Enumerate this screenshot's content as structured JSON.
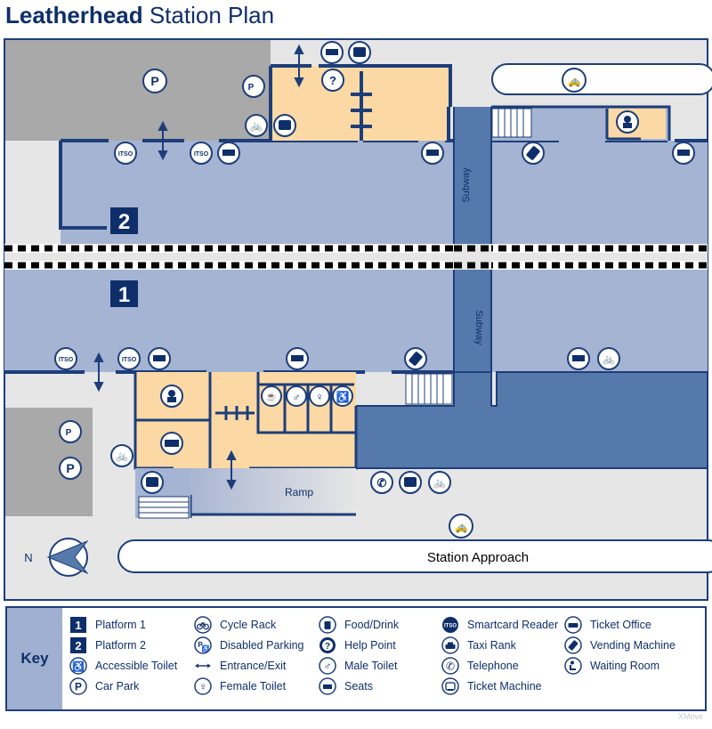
{
  "title": {
    "bold": "Leatherhead",
    "rest": "Station Plan"
  },
  "map": {
    "platform_2": "2",
    "platform_1": "1",
    "subway_north": "Subway",
    "subway_south": "Subway",
    "ramp": "Ramp",
    "station_approach": "Station Approach",
    "north": "N",
    "itso": "ITSO",
    "parking": "P"
  },
  "key": {
    "heading": "Key",
    "items": [
      {
        "label": "Platform 1",
        "icon": "platform-1-icon",
        "glyph": "1"
      },
      {
        "label": "Platform 2",
        "icon": "platform-2-icon",
        "glyph": "2"
      },
      {
        "label": "Accessible Toilet",
        "icon": "accessible-toilet-icon",
        "glyph": "♿"
      },
      {
        "label": "Car Park",
        "icon": "car-park-icon",
        "glyph": "P"
      },
      {
        "label": "Cycle Rack",
        "icon": "cycle-rack-icon",
        "glyph": "🚲"
      },
      {
        "label": "Disabled Parking",
        "icon": "disabled-parking-icon",
        "glyph": "P"
      },
      {
        "label": "Entrance/Exit",
        "icon": "entrance-exit-icon",
        "glyph": "↔"
      },
      {
        "label": "Female Toilet",
        "icon": "female-toilet-icon",
        "glyph": "♀"
      },
      {
        "label": "Food/Drink",
        "icon": "food-drink-icon",
        "glyph": "☕"
      },
      {
        "label": "Help Point",
        "icon": "help-point-icon",
        "glyph": "?"
      },
      {
        "label": "Male Toilet",
        "icon": "male-toilet-icon",
        "glyph": "♂"
      },
      {
        "label": "Seats",
        "icon": "seats-icon",
        "glyph": "▭"
      },
      {
        "label": "Smartcard Reader",
        "icon": "smartcard-reader-icon",
        "glyph": "ITSO"
      },
      {
        "label": "Taxi Rank",
        "icon": "taxi-rank-icon",
        "glyph": "🚕"
      },
      {
        "label": "Telephone",
        "icon": "telephone-icon",
        "glyph": "✆"
      },
      {
        "label": "Ticket Machine",
        "icon": "ticket-machine-icon",
        "glyph": "▤"
      },
      {
        "label": "Ticket Office",
        "icon": "ticket-office-icon",
        "glyph": "▬"
      },
      {
        "label": "Vending Machine",
        "icon": "vending-machine-icon",
        "glyph": "▯"
      },
      {
        "label": "Waiting Room",
        "icon": "waiting-room-icon",
        "glyph": "⑁"
      }
    ]
  },
  "watermark": "XMove",
  "colors": {
    "navy": "#1d3e7a",
    "platform": "#a5b4d3",
    "building": "#fcd9a4",
    "subway": "#5679ab",
    "carpark": "#a9a9a9",
    "ground": "#e6e6e6"
  }
}
